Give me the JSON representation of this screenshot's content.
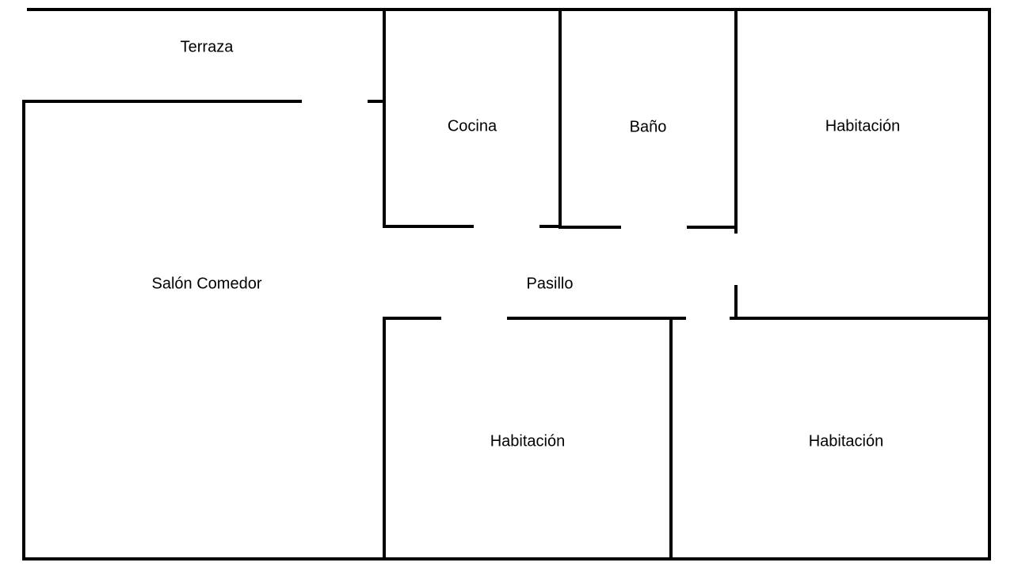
{
  "plan": {
    "wall_color": "#000000",
    "rooms": {
      "terraza": "Terraza",
      "cocina": "Cocina",
      "bano": "Baño",
      "habitacion_1": "Habitación",
      "salon": "Salón Comedor",
      "pasillo": "Pasillo",
      "habitacion_2": "Habitación",
      "habitacion_3": "Habitación"
    }
  }
}
